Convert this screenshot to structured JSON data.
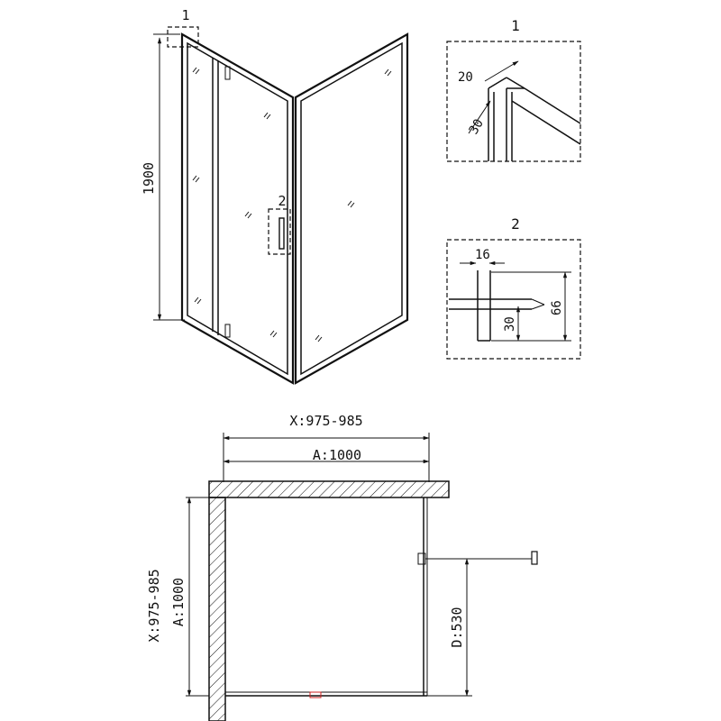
{
  "elevation": {
    "height_label": "1900",
    "callout_1": "1",
    "callout_2": "2"
  },
  "detail_1": {
    "title": "1",
    "dim_a": "20",
    "dim_b": "30"
  },
  "detail_2": {
    "title": "2",
    "dim_a": "16",
    "dim_b": "30",
    "dim_c": "66"
  },
  "plan": {
    "top_range_label": "X:975-985",
    "top_size_label": "A:1000",
    "left_range_label": "X:975-985",
    "left_size_label": "A:1000",
    "door_offset_label": "D:530"
  }
}
